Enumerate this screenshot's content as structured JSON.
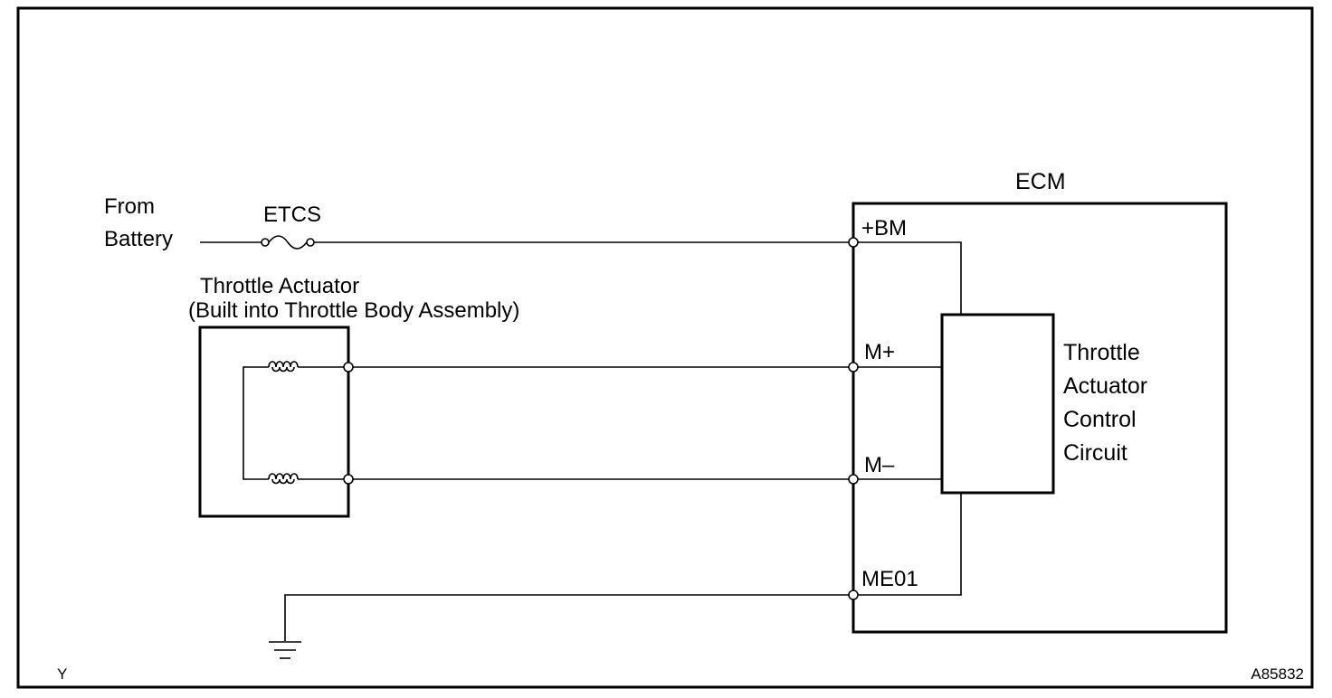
{
  "labels": {
    "from_line1": "From",
    "from_line2": "Battery",
    "fuse": "ETCS",
    "ecm": "ECM",
    "actuator_line1": "Throttle Actuator",
    "actuator_line2": "(Built into Throttle Body Assembly)",
    "circuit_line1": "Throttle",
    "circuit_line2": "Actuator",
    "circuit_line3": "Control",
    "circuit_line4": "Circuit",
    "corner_left": "Y",
    "corner_right": "A85832"
  },
  "terminals": {
    "bm": "+BM",
    "m_plus": "M+",
    "m_minus": "M–",
    "me01": "ME01"
  }
}
